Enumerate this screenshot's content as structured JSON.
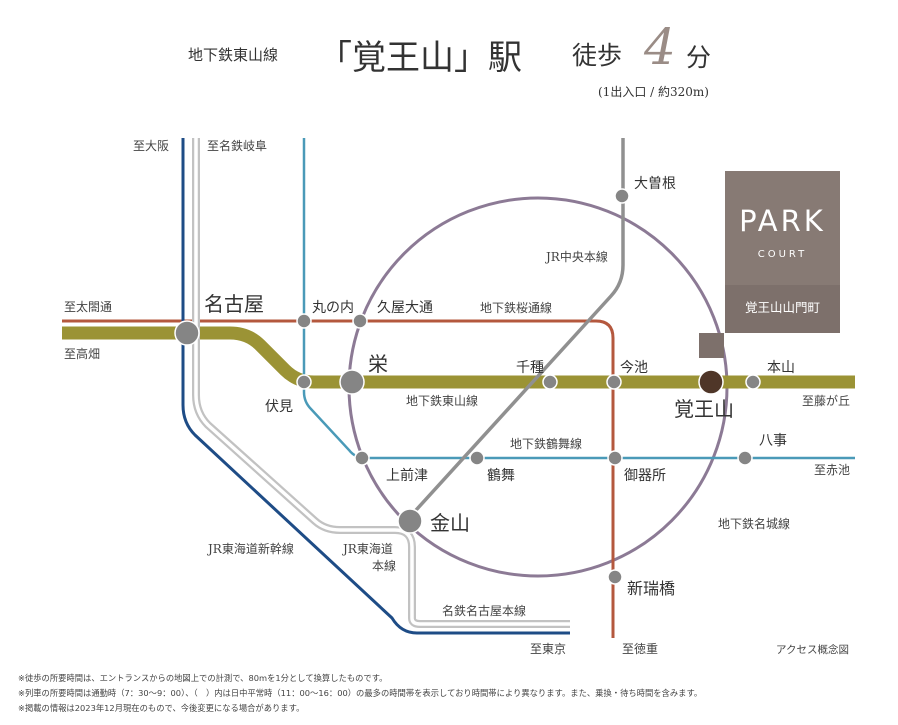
{
  "header": {
    "line": "地下鉄東山線",
    "station": "「覚王山」駅",
    "walk_label": "徒歩",
    "walk_minutes": "4",
    "walk_unit": "分",
    "walk_note": "(1出入口 / 約320m)"
  },
  "logo": {
    "brand": "PARK",
    "sub": "COURT",
    "property": "覚王山山門町"
  },
  "stations": {
    "nagoya": "名古屋",
    "marunouchi": "丸の内",
    "hisaya": "久屋大通",
    "sakae": "栄",
    "fushimi": "伏見",
    "kamimaezu": "上前津",
    "tsurumai": "鶴舞",
    "kanayama": "金山",
    "chikusa": "千種",
    "imaike": "今池",
    "kakuozan": "覚王山",
    "motoyama": "本山",
    "yagoto": "八事",
    "gokiso": "御器所",
    "arahata": "新瑞橋",
    "ozone": "大曽根"
  },
  "lines": {
    "higashiyama": "地下鉄東山線",
    "sakuradori": "地下鉄桜通線",
    "tsurumai": "地下鉄鶴舞線",
    "meijo": "地下鉄名城線",
    "chuo": "JR中央本線",
    "shinkansen": "JR東海道新幹線",
    "tokaido1": "JR東海道",
    "tokaido2": "本線",
    "meitetsu": "名鉄名古屋本線"
  },
  "destinations": {
    "osaka": "至大阪",
    "gifu": "至名鉄岐阜",
    "taikodori": "至太閤通",
    "takabata": "至高畑",
    "fujigaoka": "至藤が丘",
    "akaike": "至赤池",
    "tokyo": "至東京",
    "tokushige": "至徳重"
  },
  "caption": "アクセス概念図",
  "footnotes": [
    "※徒歩の所要時間は、エントランスからの地図上での計測で、80mを1分として換算したものです。",
    "※列車の所要時間は通勤時（7：30〜9：00）、（　）内は日中平常時（11：00〜16：00）の最多の時間帯を表示しており時間帯により異なります。また、乗換・待ち時間を含みます。",
    "※掲載の情報は2023年12月現在のもので、今後変更になる場合があります。"
  ],
  "colors": {
    "higashiyama": "#9b9335",
    "sakuradori": "#b4583e",
    "tsurumai": "#4a9ab8",
    "meijo": "#8c7a95",
    "jr": "#909090",
    "shinkansen": "#1e4c86",
    "meitetsu_outer": "#c2c2c2",
    "station": "#858585",
    "kakuozan": "#4f3628",
    "brand": "#7d706b"
  }
}
